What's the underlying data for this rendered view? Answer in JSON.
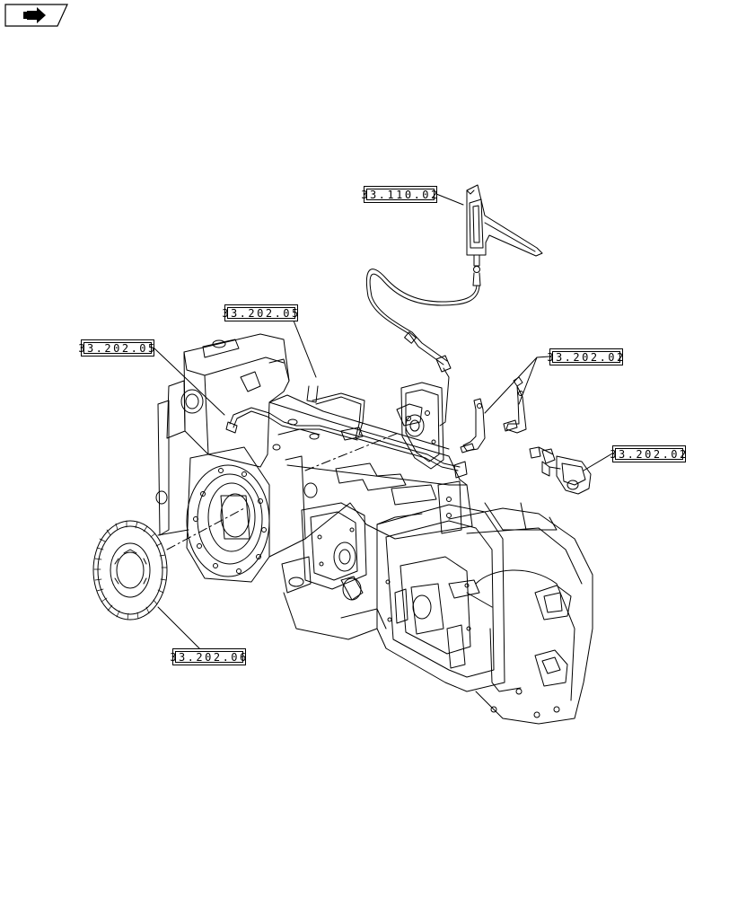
{
  "callouts": {
    "c1": "33.110.02",
    "c2": "33.202.05",
    "c3": "33.202.05",
    "c4": "33.202.02",
    "c5": "33.202.02",
    "c6": "33.202.06"
  },
  "icons": {
    "nav": "arrow-right-icon"
  },
  "colors": {
    "line": "#000000",
    "background": "#ffffff"
  }
}
